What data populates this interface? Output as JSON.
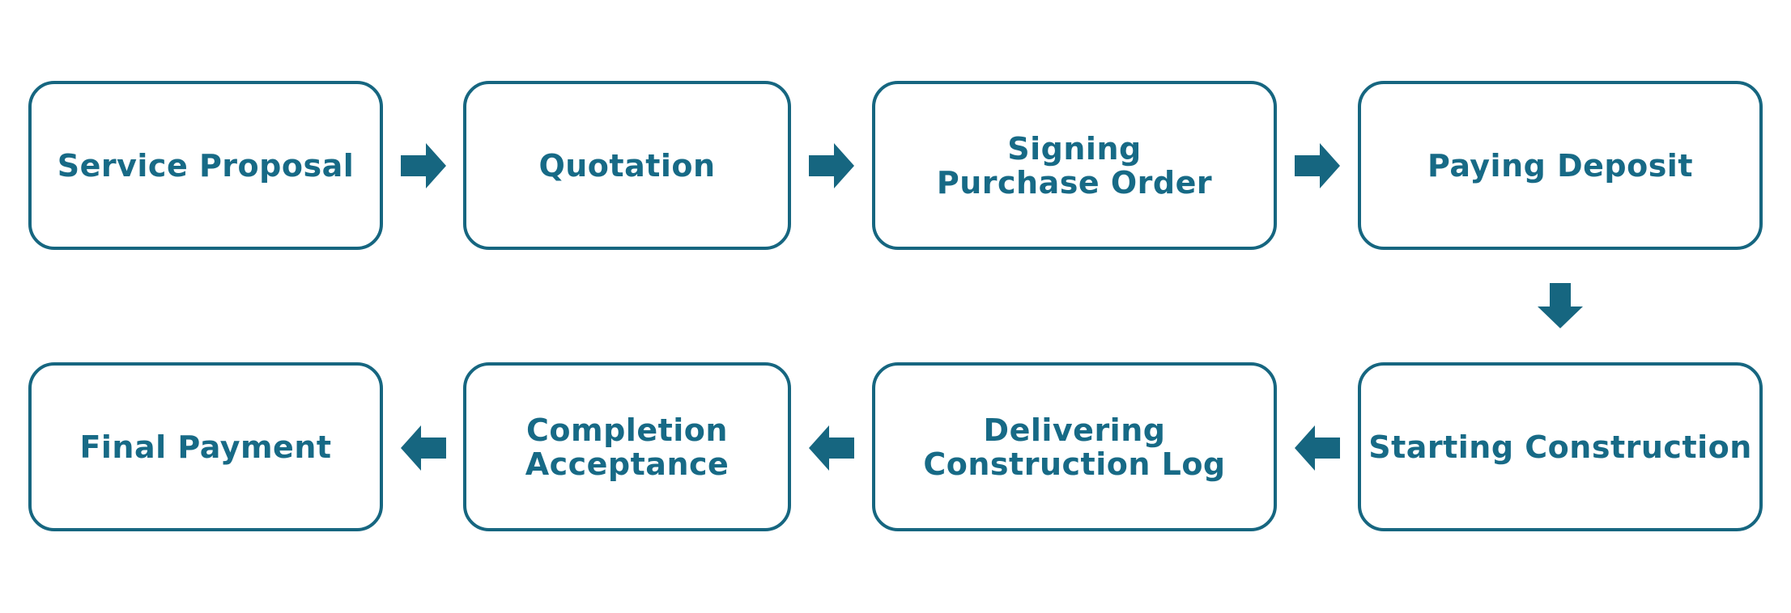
{
  "colors": {
    "accent": "#166680",
    "text": "#176a86",
    "background": "#ffffff"
  },
  "steps": {
    "service_proposal": "Service Proposal",
    "quotation": "Quotation",
    "signing_po": [
      "Signing",
      "Purchase Order"
    ],
    "paying_deposit": "Paying Deposit",
    "starting_construction": "Starting Construction",
    "delivering_log": [
      "Delivering",
      "Construction Log"
    ],
    "completion_acceptance": [
      "Completion",
      "Acceptance"
    ],
    "final_payment": "Final Payment"
  },
  "flow": [
    {
      "from": "Service Proposal",
      "to": "Quotation",
      "direction": "right"
    },
    {
      "from": "Quotation",
      "to": "Signing Purchase Order",
      "direction": "right"
    },
    {
      "from": "Signing Purchase Order",
      "to": "Paying Deposit",
      "direction": "right"
    },
    {
      "from": "Paying Deposit",
      "to": "Starting Construction",
      "direction": "down"
    },
    {
      "from": "Starting Construction",
      "to": "Delivering Construction Log",
      "direction": "left"
    },
    {
      "from": "Delivering Construction Log",
      "to": "Completion Acceptance",
      "direction": "left"
    },
    {
      "from": "Completion Acceptance",
      "to": "Final Payment",
      "direction": "left"
    }
  ]
}
